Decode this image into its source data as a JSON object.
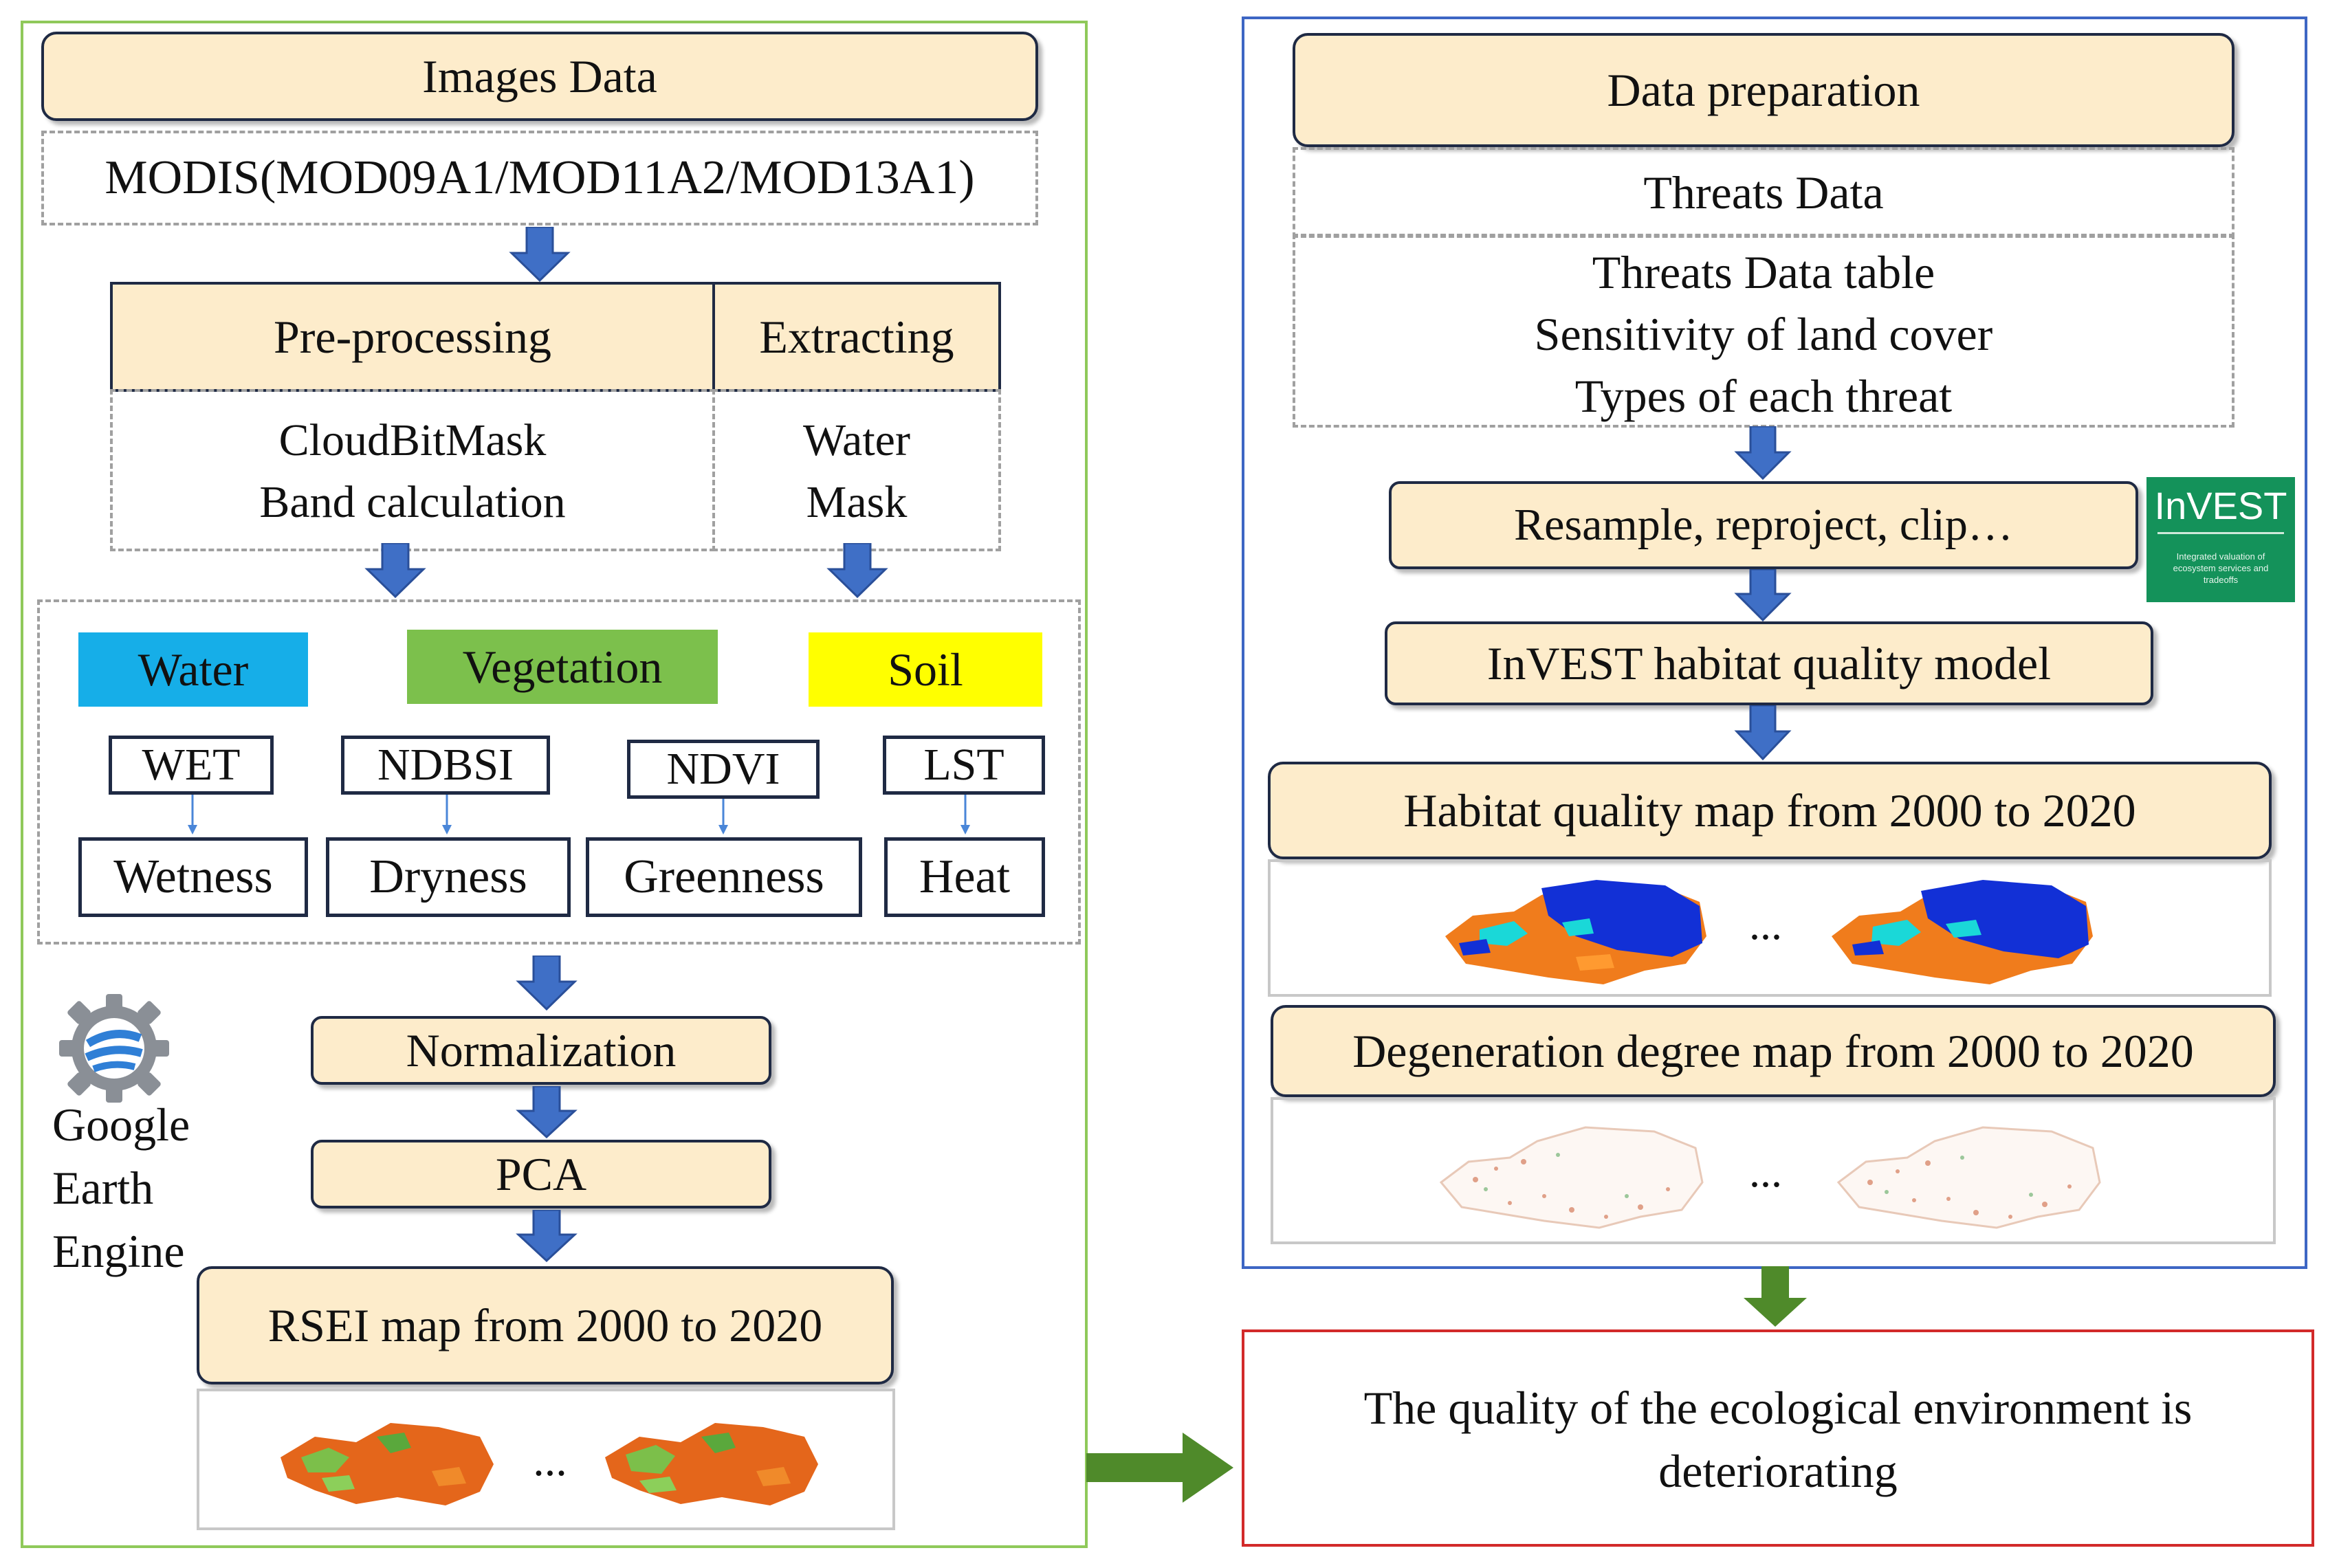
{
  "colors": {
    "left_panel_border": "#8fc95a",
    "right_panel_border": "#3d66c4",
    "result_border": "#d22a2a",
    "header_fill": "#fdeccb",
    "arrow_blue": "#3f6fc6",
    "arrow_green": "#4f8a2a",
    "water": "#16aee8",
    "vegetation": "#7cc04c",
    "soil": "#ffff00"
  },
  "left": {
    "images_data": "Images Data",
    "modis": "MODIS(MOD09A1/MOD11A2/MOD13A1)",
    "preprocessing": "Pre-processing",
    "extracting": "Extracting",
    "cloudbitmask": "CloudBitMask",
    "band_calc": "Band calculation",
    "water_line1": "Water",
    "water_line2": "Mask",
    "cat_water": "Water",
    "cat_vegetation": "Vegetation",
    "cat_soil": "Soil",
    "indices": [
      "WET",
      "NDBSI",
      "NDVI",
      "LST"
    ],
    "outcomes": [
      "Wetness",
      "Dryness",
      "Greenness",
      "Heat"
    ],
    "normalization": "Normalization",
    "pca": "PCA",
    "gee_line1": "Google",
    "gee_line2": "Earth",
    "gee_line3": "Engine",
    "rsei": "RSEI map from 2000 to 2020",
    "ellipsis": "..."
  },
  "right": {
    "data_prep": "Data preparation",
    "threats_data": "Threats Data",
    "threats_table": "Threats Data table",
    "sensitivity": "Sensitivity of land cover",
    "types": "Types of each threat",
    "resample": "Resample, reproject, clip…",
    "invest_logo": "InVEST",
    "invest_sub": "Integrated valuation of ecosystem services and tradeoffs",
    "model": "InVEST habitat quality model",
    "habitat_map": "Habitat quality map from 2000 to 2020",
    "degeneration_map": "Degeneration degree map from 2000 to 2020",
    "ellipsis": "..."
  },
  "result": {
    "line1": "The quality of the ecological environment is",
    "line2": "deteriorating"
  }
}
